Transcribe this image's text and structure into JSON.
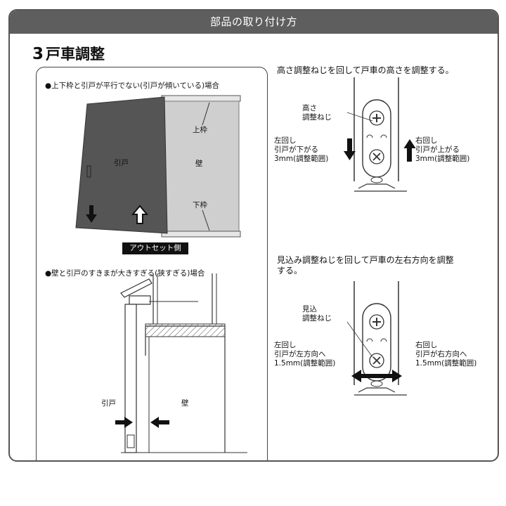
{
  "banner": {
    "title": "部品の取り付け方"
  },
  "section": {
    "number": "3",
    "title": "戸車調整"
  },
  "case1": {
    "caption": "●上下枠と引戸が平行でない(引戸が傾いている)場合",
    "door_label": "引戸",
    "wall_label": "壁",
    "upper_frame_label": "上枠",
    "lower_frame_label": "下枠",
    "outset_label": "アウトセット側"
  },
  "case2": {
    "caption": "●壁と引戸のすきまが大きすぎる(狭すぎる)場合",
    "door_label": "引戸",
    "wall_label": "壁"
  },
  "height_adjust": {
    "instruction": "高さ調整ねじを回して戸車の高さを調整する。",
    "screw_label": [
      "高さ",
      "調整ねじ"
    ],
    "left_note": [
      "左回し",
      "引戸が下がる",
      "3mm(調整範囲)"
    ],
    "right_note": [
      "右回し",
      "引戸が上がる",
      "3mm(調整範囲)"
    ]
  },
  "depth_adjust": {
    "instruction": [
      "見込み調整ねじを回して戸車の左右方向を調整",
      "する。"
    ],
    "screw_label": [
      "見込",
      "調整ねじ"
    ],
    "left_note": [
      "左回し",
      "引戸が左方向へ",
      "1.5mm(調整範囲)"
    ],
    "right_note": [
      "右回し",
      "引戸が右方向へ",
      "1.5mm(調整範囲)"
    ]
  },
  "colors": {
    "banner": "#5e5e5e",
    "door": "#555555",
    "wall": "#cfcfcf"
  }
}
